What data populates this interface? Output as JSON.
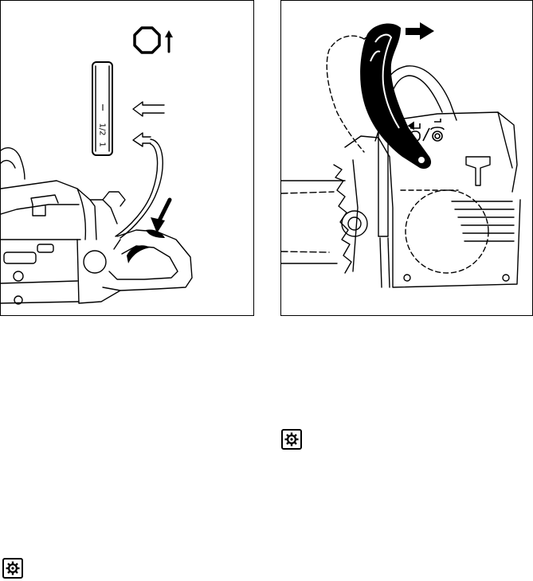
{
  "illustrations": {
    "left": {
      "switch_positions": [
        "I",
        "1/2",
        "1"
      ],
      "stop_symbol": "stop-up-icon"
    },
    "right": {
      "choke_symbol": "choke-brake-icon"
    }
  },
  "icons": {
    "service_right": "service-gear-icon",
    "service_left": "service-gear-icon"
  },
  "colors": {
    "ink": "#000000",
    "paper": "#ffffff"
  }
}
